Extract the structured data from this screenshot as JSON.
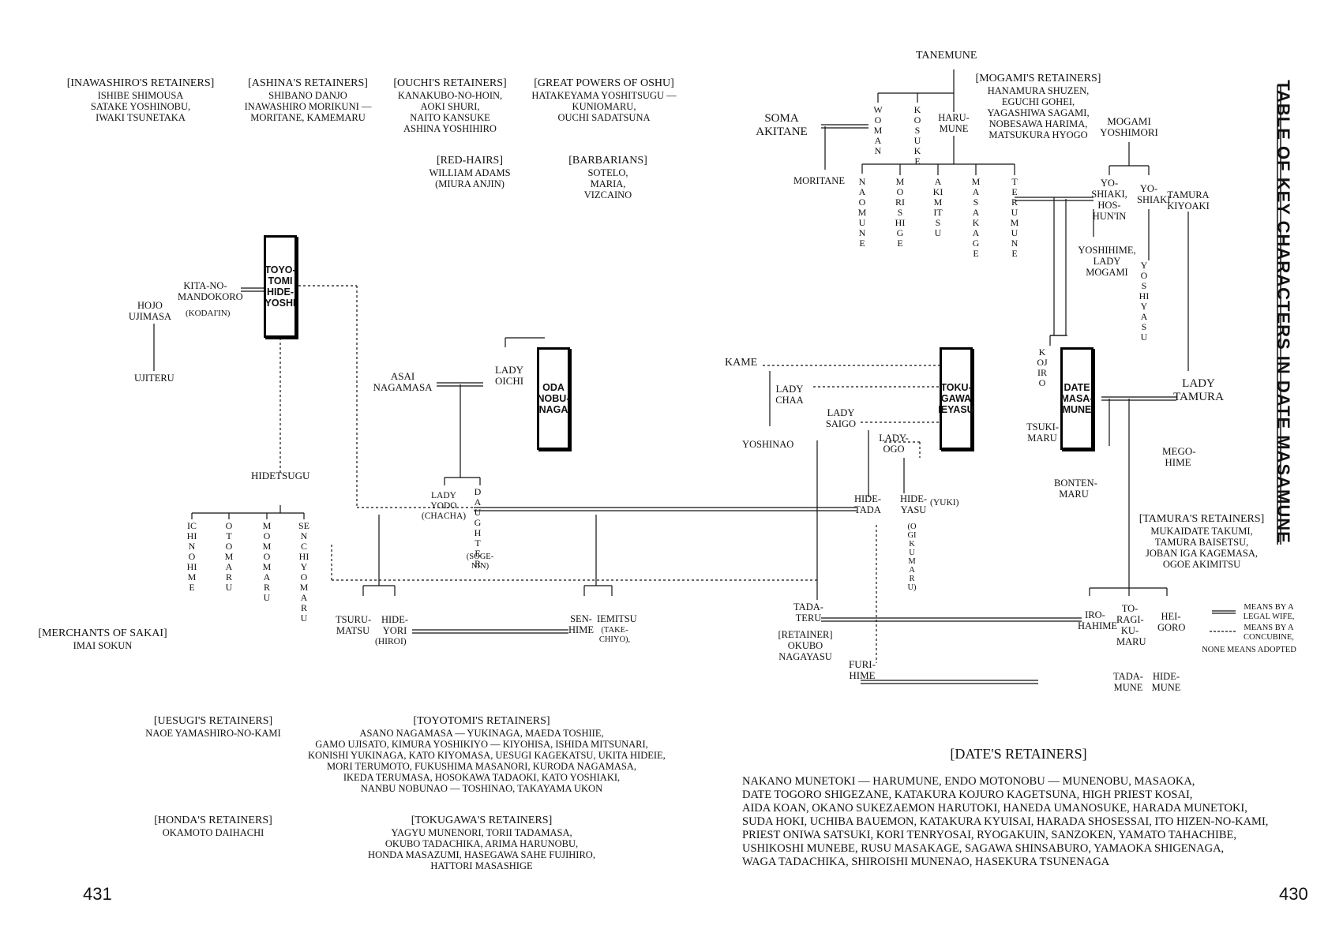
{
  "title": "TABLE OF KEY CHARACTERS IN DATE MASAMUNE",
  "page_left": "431",
  "page_right": "430",
  "retainer_blocks": {
    "inawashiro": {
      "header": "[INAWASHIRO'S RETAINERS]",
      "lines": [
        "ISHIBE SHIMOUSA",
        "SATAKE YOSHINOBU,",
        "IWAKI TSUNETAKA"
      ]
    },
    "ashina": {
      "header": "[ASHINA'S RETAINERS]",
      "lines": [
        "SHIBANO DANJO",
        "INAWASHIRO MORIKUNI —",
        "MORITANE, KAMEMARU"
      ]
    },
    "ouchi": {
      "header": "[OUCHI'S RETAINERS]",
      "lines": [
        "KANAKUBO-NO-HOIN,",
        "AOKI SHURI,",
        "NAITO KANSUKE",
        "ASHINA YOSHIHIRO"
      ]
    },
    "great_powers": {
      "header": "[GREAT POWERS OF OSHU]",
      "lines": [
        "HATAKEYAMA YOSHITSUGU —",
        "KUNIOMARU,",
        "OUCHI SADATSUNA"
      ]
    },
    "red_hairs": {
      "header": "[RED-HAIRS]",
      "lines": [
        "WILLIAM ADAMS",
        "(MIURA ANJIN)"
      ]
    },
    "barbarians": {
      "header": "[BARBARIANS]",
      "lines": [
        "SOTELO,",
        "MARIA,",
        "VIZCAINO"
      ]
    },
    "mogami": {
      "header": "[MOGAMI'S RETAINERS]",
      "lines": [
        "HANAMURA SHUZEN,",
        "EGUCHI GOHEI,",
        "YAGASHIWA SAGAMI,",
        "NOBESAWA HARIMA,",
        "MATSUKURA HYOGO"
      ]
    },
    "merchants": {
      "header": "[MERCHANTS OF SAKAI]",
      "lines": [
        "IMAI SOKUN"
      ]
    },
    "uesugi": {
      "header": "[UESUGI'S RETAINERS]",
      "lines": [
        "NAOE YAMASHIRO-NO-KAMI"
      ]
    },
    "toyotomi": {
      "header": "[TOYOTOMI'S RETAINERS]",
      "lines": [
        "ASANO NAGAMASA — YUKINAGA, MAEDA TOSHIIE,",
        "GAMO UJISATO, KIMURA YOSHIKIYO — KIYOHISA, ISHIDA MITSUNARI,",
        "KONISHI YUKINAGA, KATO KIYOMASA, UESUGI KAGEKATSU, UKITA HIDEIE,",
        "MORI TERUMOTO, FUKUSHIMA MASANORI, KURODA NAGAMASA,",
        "IKEDA TERUMASA, HOSOKAWA TADAOKI, KATO YOSHIAKI,",
        "NANBU NOBUNAO — TOSHINAO, TAKAYAMA UKON"
      ]
    },
    "honda": {
      "header": "[HONDA'S RETAINERS]",
      "lines": [
        "OKAMOTO DAIHACHI"
      ]
    },
    "tokugawa": {
      "header": "[TOKUGAWA'S RETAINERS]",
      "lines": [
        "YAGYU MUNENORI, TORII TADAMASA,",
        "OKUBO TADACHIKA, ARIMA HARUNOBU,",
        "HONDA MASAZUMI, HASEGAWA SAHE FUJIHIRO,",
        "HATTORI MASASHIGE"
      ]
    },
    "tamura": {
      "header": "[TAMURA'S RETAINERS]",
      "lines": [
        "MUKAIDATE TAKUMI,",
        "TAMURA BAISETSU,",
        "JOBAN IGA KAGEMASA,",
        "OGOE AKIMITSU"
      ]
    }
  },
  "date_retainers": {
    "header": "[DATE'S RETAINERS]",
    "lines": [
      "NAKANO MUNETOKI — HARUMUNE,  ENDO MOTONOBU — MUNENOBU, MASAOKA,",
      "DATE TOGORO SHIGEZANE,  KATAKURA KOJURO KAGETSUNA,  HIGH PRIEST KOSAI,",
      "AIDA KOAN,  OKANO SUKEZAEMON HARUTOKI,  HANEDA UMANOSUKE,  HARADA MUNETOKI,",
      "SUDA HOKI,  UCHIBA BAUEMON,  KATAKURA KYUISAI,  HARADA SHOSESSAI,  ITO HIZEN-NO-KAMI,",
      "PRIEST ONIWA SATSUKI,  KORI TENRYOSAI,  RYOGAKUIN,  SANZOKEN,  YAMATO TAHACHIBE,",
      "USHIKOSHI MUNEBE,  RUSU MASAKAGE,  SAGAWA SHINSABURO,  YAMAOKA SHIGENAGA,",
      "WAGA TADACHIKA,  SHIROISHI MUNENAO,  HASEKURA TSUNENAGA"
    ]
  },
  "main_characters": {
    "toyotomi": [
      "TOYO-",
      "TOMI",
      "HIDE-",
      "YOSHI"
    ],
    "oda": [
      "ODA",
      "NOBU-",
      "NAGA"
    ],
    "tokugawa": [
      "TOKU-",
      "GAWA",
      "IEYASU"
    ],
    "date": [
      "DATE",
      "MASA-",
      "MUNE"
    ]
  },
  "people": {
    "tanemune": "TANEMUNE",
    "soma": "SOMA AKITANE",
    "moritane": "MORITANE",
    "woman": "WOMAN",
    "kosuke": "KOSUKE",
    "harumune": "HARU-MUNE",
    "mogami_yoshimori": "MOGAMI YOSHIMORI",
    "naomune": "NAOMUNE",
    "morishige": "MORISHIGE",
    "akimitsu": "AKIMITSU",
    "masakage": "MASAKAGE",
    "terumune": "TERUMUNE",
    "yoshiaki_hoshunin": "YO-SHIAKI, HOS-HUN'IN",
    "yoshiaki": "YO-SHIAKI",
    "tamura_kiyoaki": "TAMURA KIYOAKI",
    "yoshihime": "YOSHIHIME, LADY MOGAMI",
    "yoshiyasu": "YOSHIYASU",
    "kita": "KITA-NO-MANDOKORO",
    "kodaiin": "(KODAI'IN)",
    "hojo": "HOJO UJIMASA",
    "ujiteru": "UJITERU",
    "asai": "ASAI NAGAMASA",
    "oichi": "LADY OICHI",
    "kame": "KAME",
    "chaa": "LADY CHAA",
    "saigo": "LADY SAIGO",
    "ogo": "LADY-OGO",
    "yoshinao": "YOSHINAO",
    "kojiro": "KOJIRO",
    "tsukimaru": "TSUKI-MARU",
    "lady_tamura": "LADY TAMURA",
    "megohime": "MEGO-HIME",
    "bontenmaru": "BONTEN-MARU",
    "hidetsugu": "HIDETSUGU",
    "ichinohime": "ICHINOHIME",
    "otomaru": "OTOMARU",
    "momomaru": "MOMOMARU",
    "senchiyomaru": "SENCHIYOMARU",
    "yodo": "LADY YODO (CHACHA)",
    "daughter": "DAUGHTER",
    "sogenin": "(SOGE-NIN)",
    "hidetada": "HIDE-TADA",
    "hideyasu": "HIDE-YASU",
    "yuki": "(YUKI)",
    "ogikumaru": "(OGIKUMARU)",
    "tsurumatsu": "TSURU-MATSU",
    "hideyori": "HIDE-YORI",
    "hiroi": "(HIROI)",
    "senhime": "SEN-HIME",
    "iemitsu": "IEMITSU",
    "takechiyo": "(TAKE-CHIYO),",
    "tadateru": "TADA-TERU",
    "okubo": "[RETAINER] OKUBO NAGAYASU",
    "furihime": "FURI-HIME",
    "irohahime": "IRO-HAHIME",
    "toragikumaru": "TO-RAGI-KU-MARU",
    "heigoro": "HEI-GORO",
    "tadamune": "TADA-MUNE",
    "hidemune": "HIDE-MUNE"
  },
  "legend": {
    "wife": "MEANS BY A LEGAL WIFE,",
    "concubine": "MEANS BY A CONCUBINE,",
    "adopted": "NONE MEANS ADOPTED"
  }
}
